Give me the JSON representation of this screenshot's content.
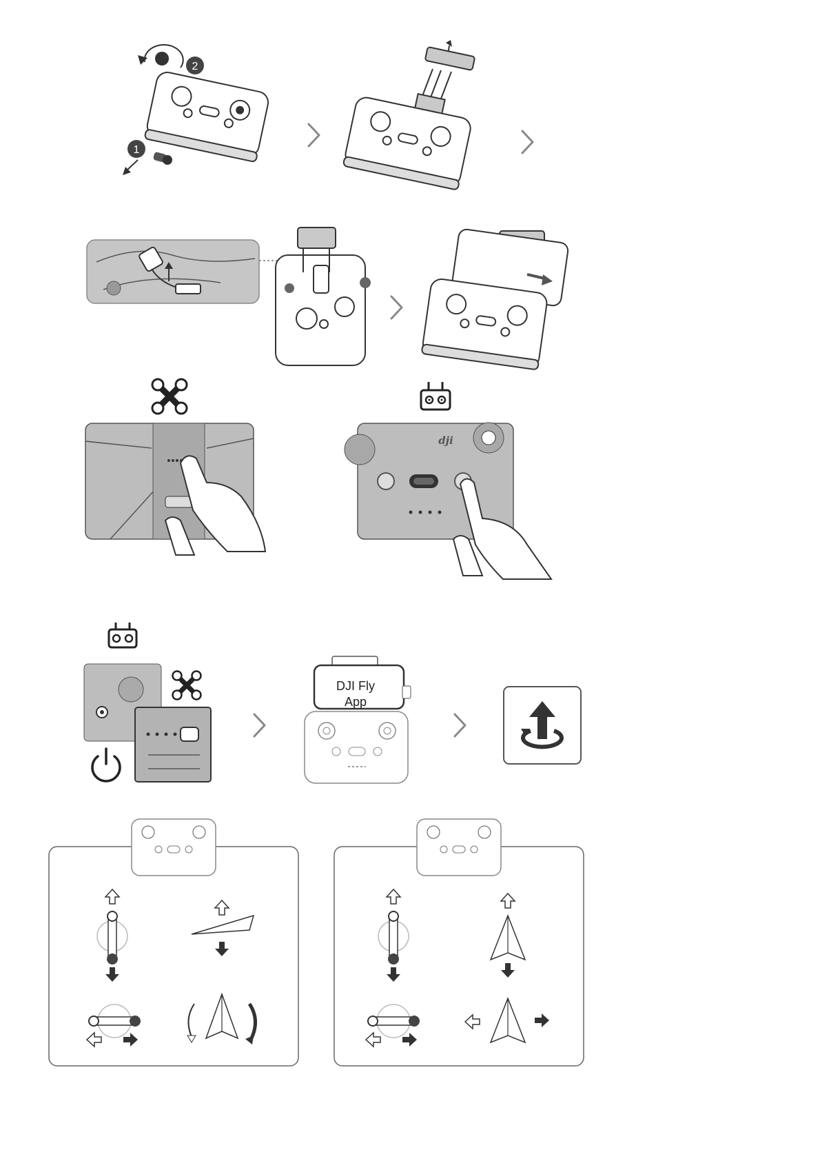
{
  "badges": {
    "step1": "1",
    "step2": "2"
  },
  "app_screen": {
    "line1": "DJI Fly",
    "line2": "App"
  },
  "remote_logo": "dji",
  "icons": {
    "drone": "drone-icon",
    "remote": "remote-controller-icon",
    "power": "power-icon",
    "takeoff": "takeoff-icon",
    "next": "chevron-right-icon"
  },
  "colors": {
    "line": "#333333",
    "panel_gray": "#c9c9c9",
    "chevron": "#888888"
  }
}
